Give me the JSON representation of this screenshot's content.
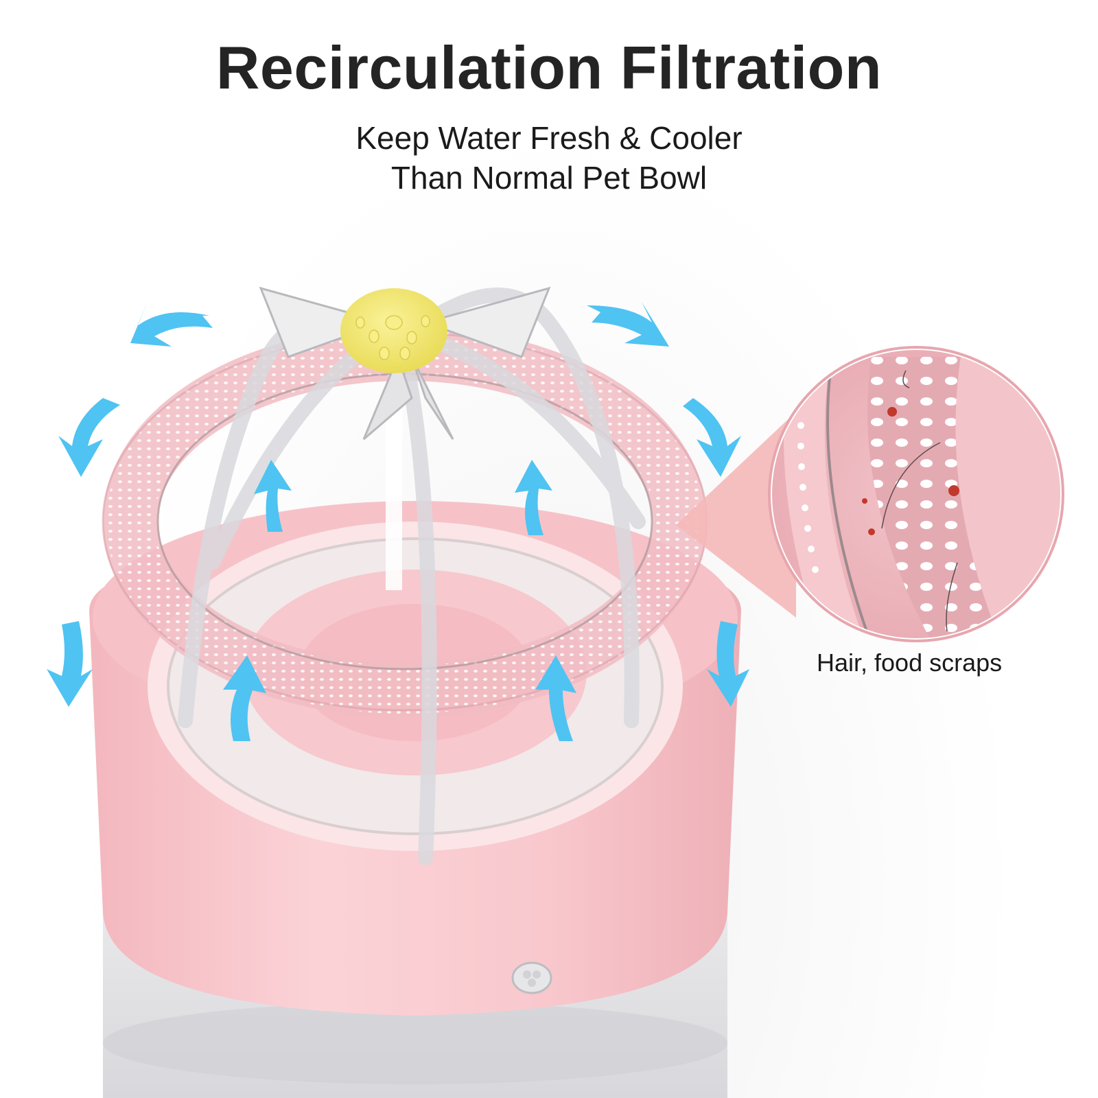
{
  "header": {
    "title": "Recirculation Filtration",
    "subtitle_line1": "Keep Water Fresh & Cooler",
    "subtitle_line2": "Than Normal Pet Bowl"
  },
  "callout": {
    "caption": "Hair, food scraps"
  },
  "colors": {
    "arrow_blue": "#4fc3f2",
    "product_pink": "#f7c6cb",
    "flower_yellow": "#f3e97a",
    "text_dark": "#242424"
  },
  "icons": [
    "flow-arrow-icon",
    "flower-spout-icon",
    "sensor-icon",
    "magnifier-callout-icon"
  ]
}
